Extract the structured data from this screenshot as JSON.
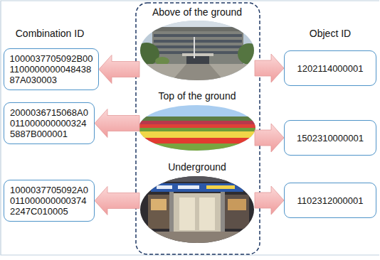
{
  "diagram": {
    "nodes": [
      {
        "text": [
          "1000037705092B00 1100000000048438 87A030003"
        ]
      },
      {
        "text": [
          "Above of the ground"
        ]
      },
      {
        "text": [
          "1202114000001"
        ]
      },
      {
        "text": [
          "2000036715068A0 011000000000324 5887B000001"
        ]
      },
      {
        "text": [
          "Top of the ground"
        ]
      },
      {
        "text": [
          "1502310000001"
        ]
      },
      {
        "text": [
          "1000037705092A0 011000000000374 2247C010005"
        ]
      },
      {
        "text": [
          "Underground"
        ]
      },
      {
        "text": [
          "1102312000001"
        ]
      }
    ],
    "edges": [
      {
        "from": 1,
        "to": 0,
        "arrow": "to"
      },
      {
        "from": 1,
        "to": 2,
        "arrow": "to"
      },
      {
        "from": 4,
        "to": 3,
        "arrow": "to"
      },
      {
        "from": 4,
        "to": 5,
        "arrow": "to"
      },
      {
        "from": 7,
        "to": 6,
        "arrow": "to"
      },
      {
        "from": 7,
        "to": 8,
        "arrow": "to"
      }
    ],
    "labels": [
      "Combination ID",
      "Object ID"
    ]
  }
}
